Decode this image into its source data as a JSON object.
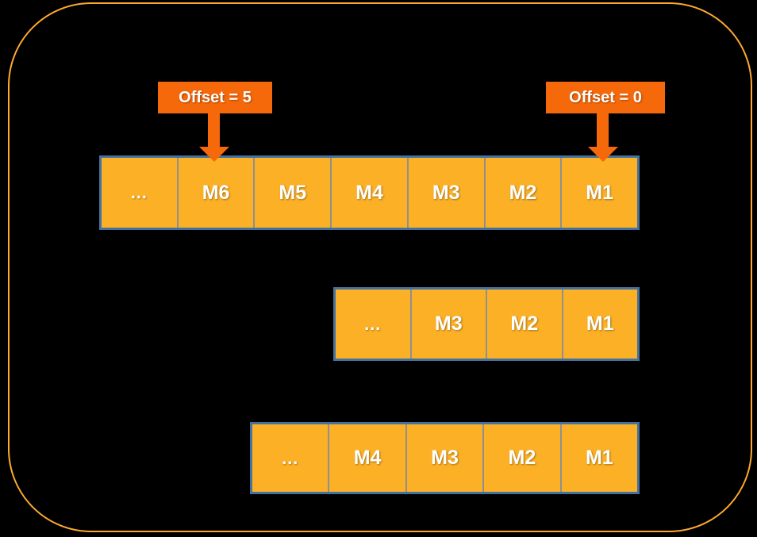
{
  "colors": {
    "background": "#000000",
    "frame_stroke": "#FFA92E",
    "callout_orange": "#F5690B",
    "cell_fill": "#FCB026",
    "cell_stroke_blue": "#44719E",
    "cell_divider_gray": "#8F8F8F",
    "text_white": "#FFFFFF"
  },
  "callouts": [
    {
      "label": "Offset = 5",
      "target_cell": "M6"
    },
    {
      "label": "Offset = 0",
      "target_cell": "M1"
    }
  ],
  "rows": [
    {
      "cells": [
        "…",
        "M6",
        "M5",
        "M4",
        "M3",
        "M2",
        "M1"
      ]
    },
    {
      "cells": [
        "…",
        "M3",
        "M2",
        "M1"
      ]
    },
    {
      "cells": [
        "…",
        "M4",
        "M3",
        "M2",
        "M1"
      ]
    }
  ]
}
